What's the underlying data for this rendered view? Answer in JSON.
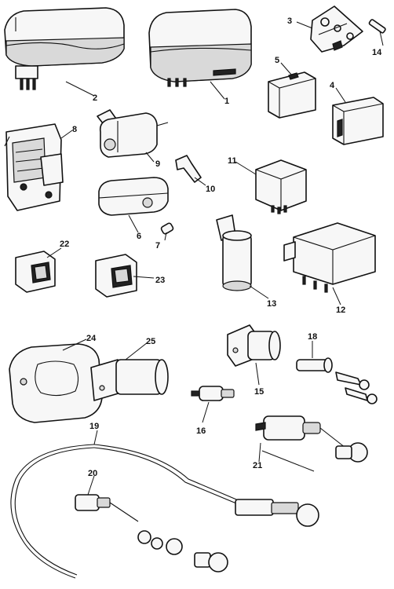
{
  "callouts": {
    "c1": "1",
    "c2": "2",
    "c3": "3",
    "c4": "4",
    "c5": "5",
    "c6": "6",
    "c7": "7",
    "c8": "8",
    "c9": "9",
    "c10": "10",
    "c11": "11",
    "c12": "12",
    "c13": "13",
    "c14": "14",
    "c15": "15",
    "c16": "16",
    "c18": "18",
    "c19": "19",
    "c20": "20",
    "c21": "21",
    "c22": "22",
    "c23": "23",
    "c24": "24",
    "c25": "25"
  }
}
